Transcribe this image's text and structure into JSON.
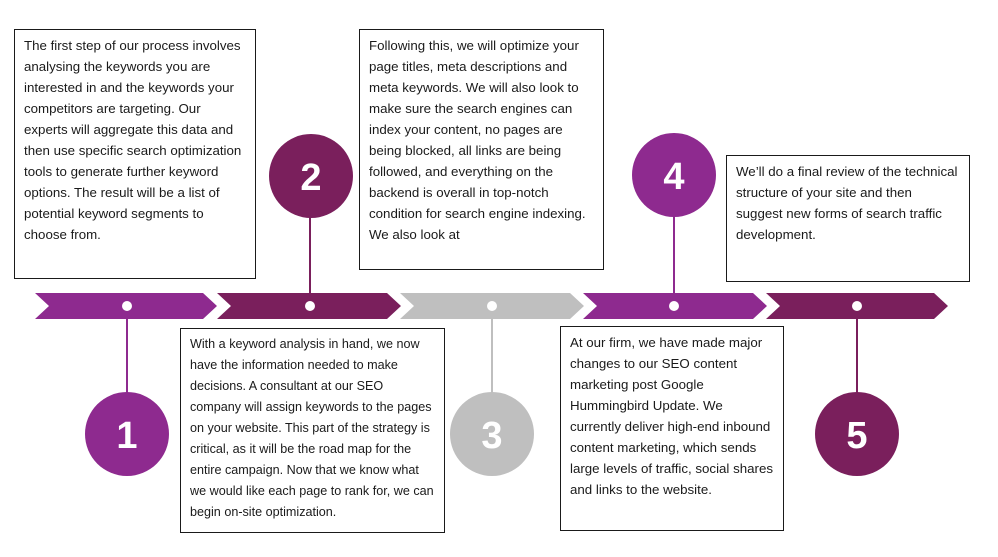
{
  "steps": [
    {
      "number": "1",
      "color": "#8e2a8f",
      "text": "The first step of our process involves analysing the keywords you are interested in and the keywords your competitors are targeting. Our experts will aggregate this data and then use specific search optimization tools to generate further keyword options.  The result will be a list of potential keyword segments to choose from."
    },
    {
      "number": "2",
      "color": "#7a1f5c",
      "text": "With a keyword analysis in hand, we now have the information needed to make decisions. A consultant at our SEO company will assign keywords to the pages on your website. This part of the strategy is critical,  as it will be the road map for the entire campaign. Now that we know what we would like each page to rank for, we can begin on-site optimization."
    },
    {
      "number": "3",
      "color": "#bfbfbf",
      "text": " Following this, we will optimize your page titles, meta descriptions and meta keywords. We will also look to make sure the search engines can index your content, no pages are being blocked, all links are being followed, and everything on the backend is overall in top-notch condition for search engine indexing. We also look at"
    },
    {
      "number": "4",
      "color": "#8e2a8f",
      "text": "At our firm, we have made major changes to our SEO content marketing post Google Hummingbird Update.  We currently deliver high-end inbound content marketing, which sends large levels of traffic, social shares and links to the website."
    },
    {
      "number": "5",
      "color": "#7a1f5c",
      "text": "We’ll do a final review of the technical structure of your site and then suggest new forms of search traffic development."
    }
  ]
}
